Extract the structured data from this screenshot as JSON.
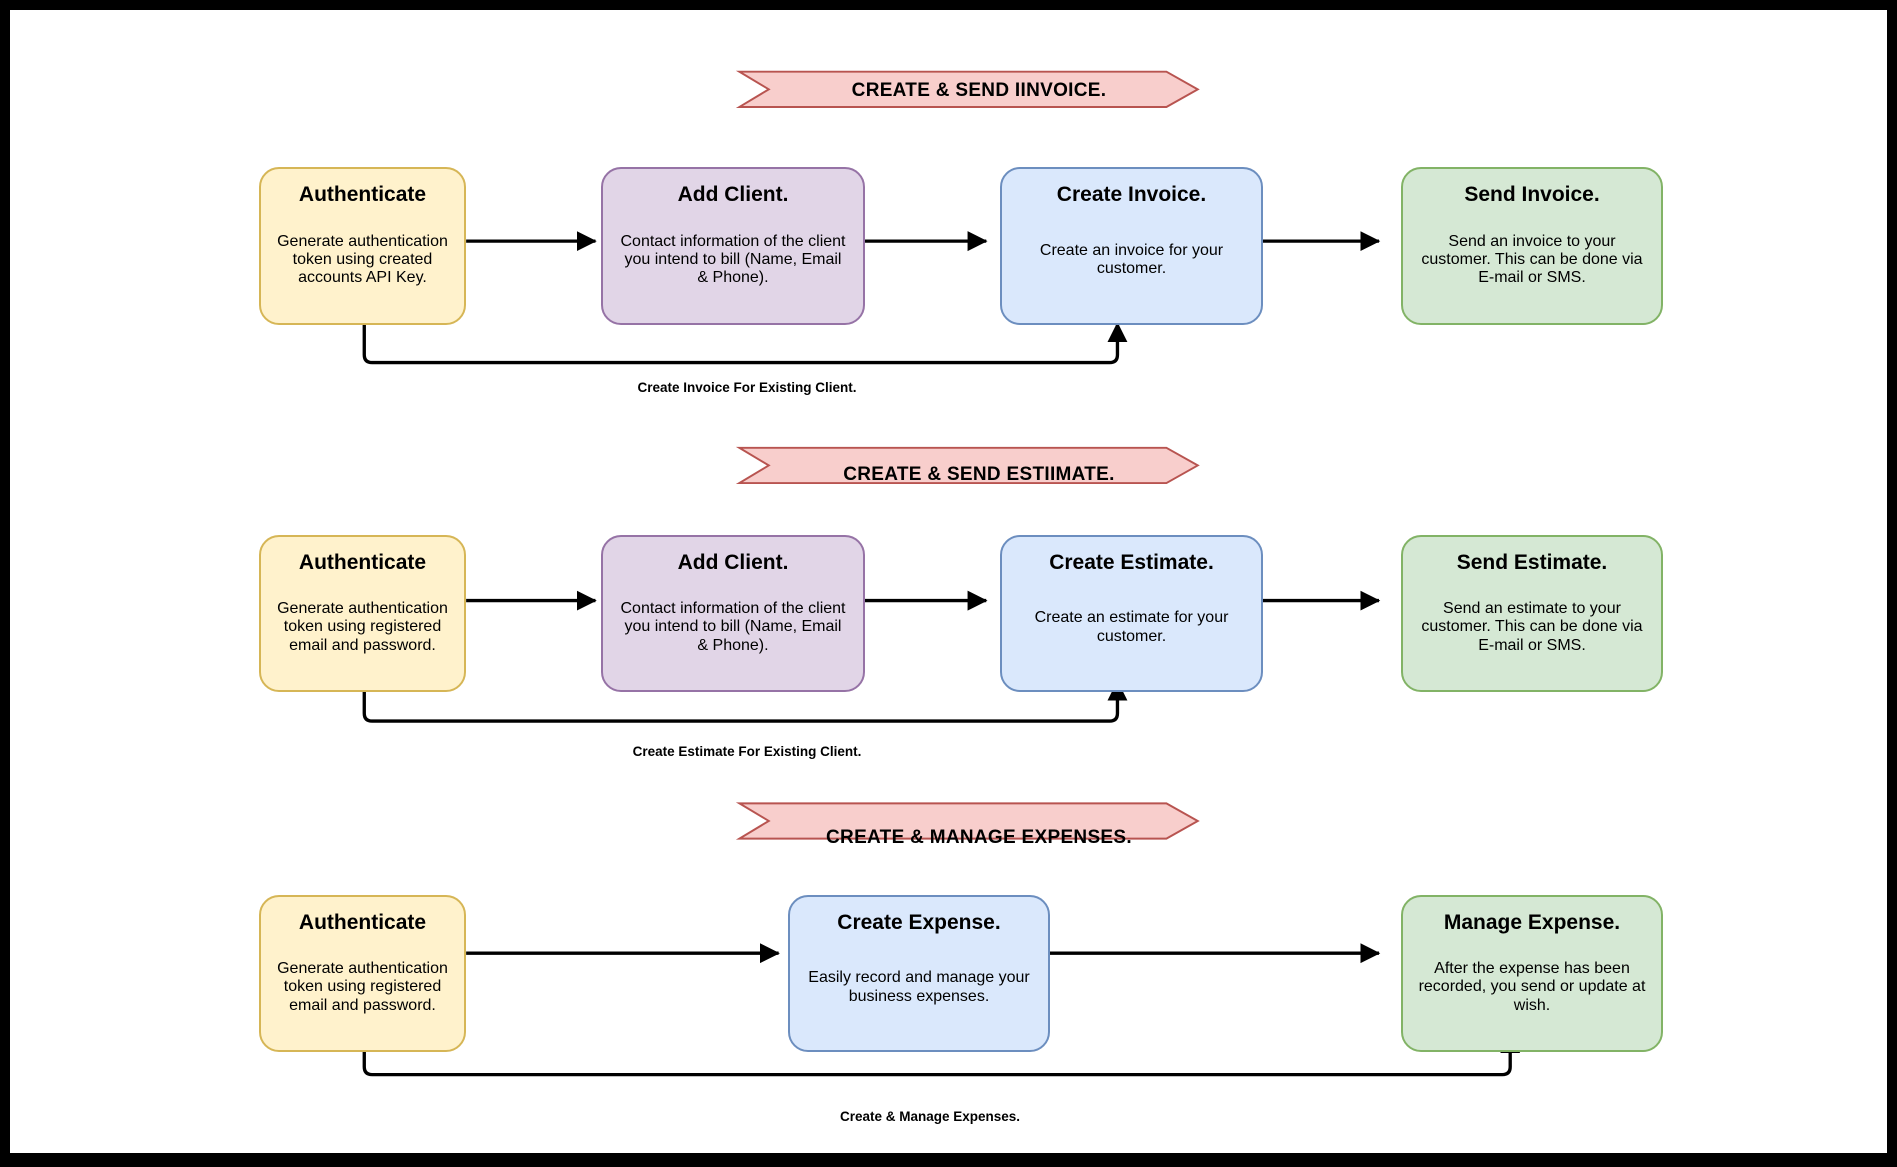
{
  "palette": {
    "authenticate": {
      "fill": "#fff2cc",
      "stroke": "#d6b656"
    },
    "add_client": {
      "fill": "#e1d5e7",
      "stroke": "#9673a6"
    },
    "action": {
      "fill": "#dae8fc",
      "stroke": "#6c8ebf"
    },
    "final": {
      "fill": "#d5e8d4",
      "stroke": "#82b366"
    },
    "banner": {
      "fill": "#f8cecc",
      "stroke": "#b85450"
    },
    "connector": "#000000",
    "background": "#ffffff",
    "frame": "#000000"
  },
  "sections": [
    {
      "banner": "CREATE & SEND IINVOICE.",
      "nodes": [
        {
          "title": "Authenticate",
          "body": "Generate authentication token using created accounts API Key.",
          "color": "yellow"
        },
        {
          "title": "Add Client.",
          "body": "Contact information of the client you intend to bill (Name, Email & Phone).",
          "color": "purple"
        },
        {
          "title": "Create Invoice.",
          "body": "Create an invoice for your customer.",
          "color": "blue"
        },
        {
          "title": "Send Invoice.",
          "body": "Send an invoice to your customer. This can be done via E-mail or SMS.",
          "color": "green"
        }
      ],
      "loop_label": "Create Invoice For Existing Client."
    },
    {
      "banner": "CREATE & SEND ESTIIMATE.",
      "nodes": [
        {
          "title": "Authenticate",
          "body": "Generate authentication token using registered email and password.",
          "color": "yellow"
        },
        {
          "title": "Add Client.",
          "body": "Contact information of the client you intend to bill (Name, Email & Phone).",
          "color": "purple"
        },
        {
          "title": "Create Estimate.",
          "body": "Create an estimate for your customer.",
          "color": "blue"
        },
        {
          "title": "Send Estimate.",
          "body": "Send an estimate to your customer. This can be done via E-mail or SMS.",
          "color": "green"
        }
      ],
      "loop_label": "Create Estimate For Existing Client."
    },
    {
      "banner": "CREATE & MANAGE EXPENSES.",
      "nodes": [
        {
          "title": "Authenticate",
          "body": "Generate authentication token using registered email and password.",
          "color": "yellow"
        },
        {
          "title": "Create Expense.",
          "body": "Easily record and manage your business expenses.",
          "color": "blue"
        },
        {
          "title": "Manage Expense.",
          "body": "After the expense has been recorded, you send or update at wish.",
          "color": "green"
        }
      ],
      "loop_label": "Create & Manage Expenses."
    }
  ]
}
